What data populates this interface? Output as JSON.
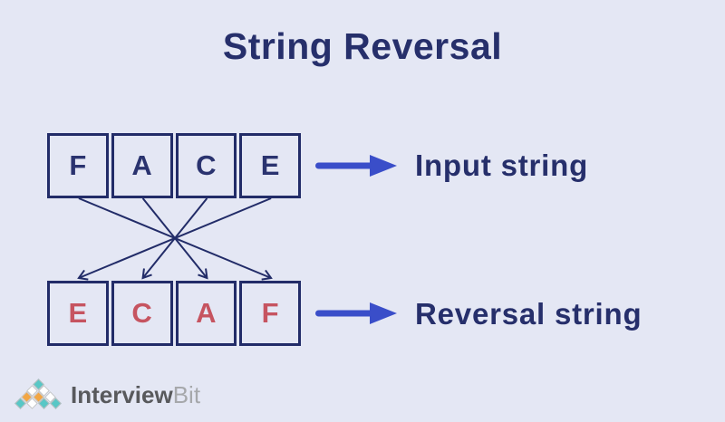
{
  "title": "String Reversal",
  "colors": {
    "background": "#e4e7f4",
    "navy": "#222c68",
    "arrow_blue": "#3a4ec9",
    "red_letter": "#c65460"
  },
  "input_row": {
    "letters": [
      "F",
      "A",
      "C",
      "E"
    ],
    "label": "Input string"
  },
  "output_row": {
    "letters": [
      "E",
      "C",
      "A",
      "F"
    ],
    "label": "Reversal string"
  },
  "reversal_mapping": [
    {
      "from": 0,
      "to": 3
    },
    {
      "from": 1,
      "to": 2
    },
    {
      "from": 2,
      "to": 1
    },
    {
      "from": 3,
      "to": 0
    }
  ],
  "logo": {
    "text_primary": "Interview",
    "text_secondary": "Bit",
    "mark_rows": [
      [
        "teal"
      ],
      [
        "white",
        "white"
      ],
      [
        "orange",
        "orange",
        "white"
      ],
      [
        "teal",
        "white",
        "teal",
        "teal"
      ]
    ]
  }
}
